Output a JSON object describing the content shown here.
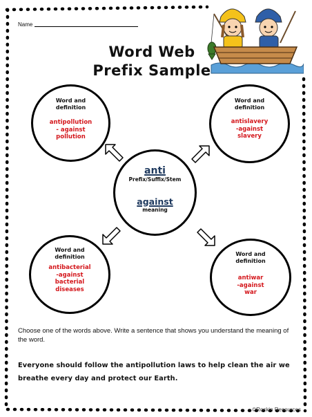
{
  "name_label": "Name",
  "title": {
    "line1": "Word Web",
    "line2": "Prefix Sample"
  },
  "center": {
    "word": "anti",
    "word_label": "Prefix/Suffix/Stem",
    "meaning": "against",
    "meaning_label": "meaning"
  },
  "words": [
    {
      "label_line1": "Word and",
      "label_line2": "definition",
      "line1": "antipollution",
      "line2": "- against",
      "line3": "pollution",
      "line4": ""
    },
    {
      "label_line1": "Word and",
      "label_line2": "definition",
      "line1": "antislavery",
      "line2": "-against",
      "line3": "slavery",
      "line4": ""
    },
    {
      "label_line1": "Word and",
      "label_line2": "definition",
      "line1": "antibacterial",
      "line2": "-against",
      "line3": "bacterial",
      "line4": "diseases"
    },
    {
      "label_line1": "Word and",
      "label_line2": "definition",
      "line1": "antiwar",
      "line2": "-against",
      "line3": "war",
      "line4": ""
    }
  ],
  "instructions": "Choose one of the words above.  Write a sentence that shows you understand the meaning of the word.",
  "answer": "Everyone should follow the antipollution laws to help clean the air we breathe every day and protect our Earth.",
  "credit": "©Rockin Resources",
  "colors": {
    "definition_red": "#d4171c",
    "center_word_blue": "#1f3a5f"
  }
}
